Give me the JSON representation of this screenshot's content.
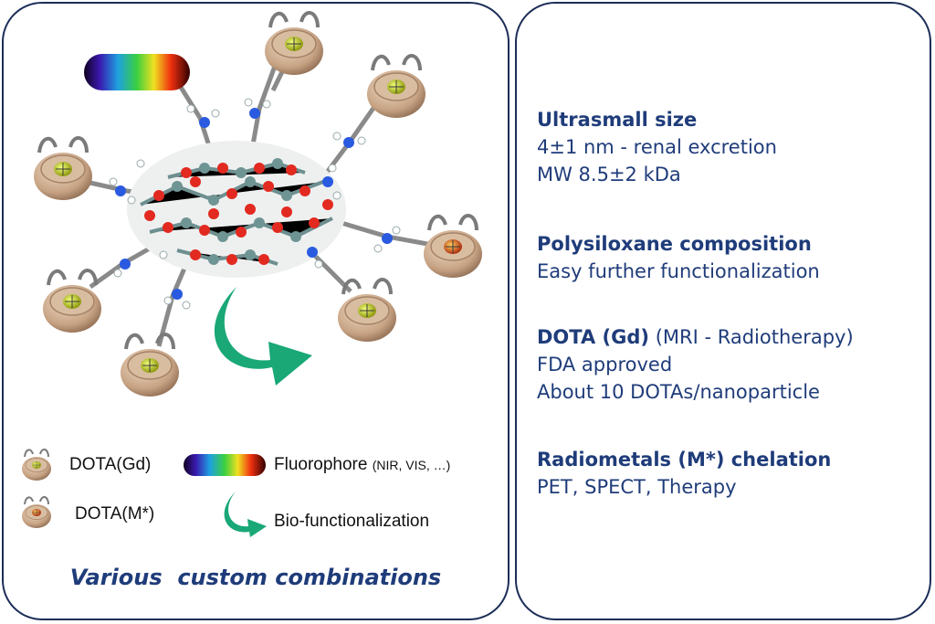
{
  "legend": {
    "dota_gd": "DOTA(Gd)",
    "dota_m": "DOTA(M*)",
    "fluorophore": "Fluorophore",
    "fluorophore_note": "(NIR, VIS, …)",
    "bio": "Bio-functionalization"
  },
  "tagline": "Various  custom combinations",
  "features": [
    {
      "head": "Ultrasmall size",
      "head_note": "",
      "lines": [
        "4±1 nm - renal excretion",
        "MW 8.5±2 kDa"
      ]
    },
    {
      "head": "Polysiloxane composition",
      "head_note": "",
      "lines": [
        "Easy further functionalization"
      ]
    },
    {
      "head": "DOTA (Gd)",
      "head_note": " (MRI - Radiotherapy)",
      "lines": [
        "FDA approved",
        "About 10 DOTAs/nanoparticle"
      ]
    },
    {
      "head": "Radiometals (M*) chelation",
      "head_note": "",
      "lines": [
        "PET, SPECT, Therapy"
      ]
    }
  ],
  "colors": {
    "frame": "#1b2d57",
    "text_blue": "#1f3c7a",
    "arrow_green": "#1aa877",
    "cage": "#c9a98a",
    "gd_core": "#c9d42a",
    "m_core": "#d9602a"
  },
  "icons": [
    "dota-gd-icon",
    "dota-m-icon",
    "fluorophore-icon",
    "bio-arrow-icon"
  ]
}
